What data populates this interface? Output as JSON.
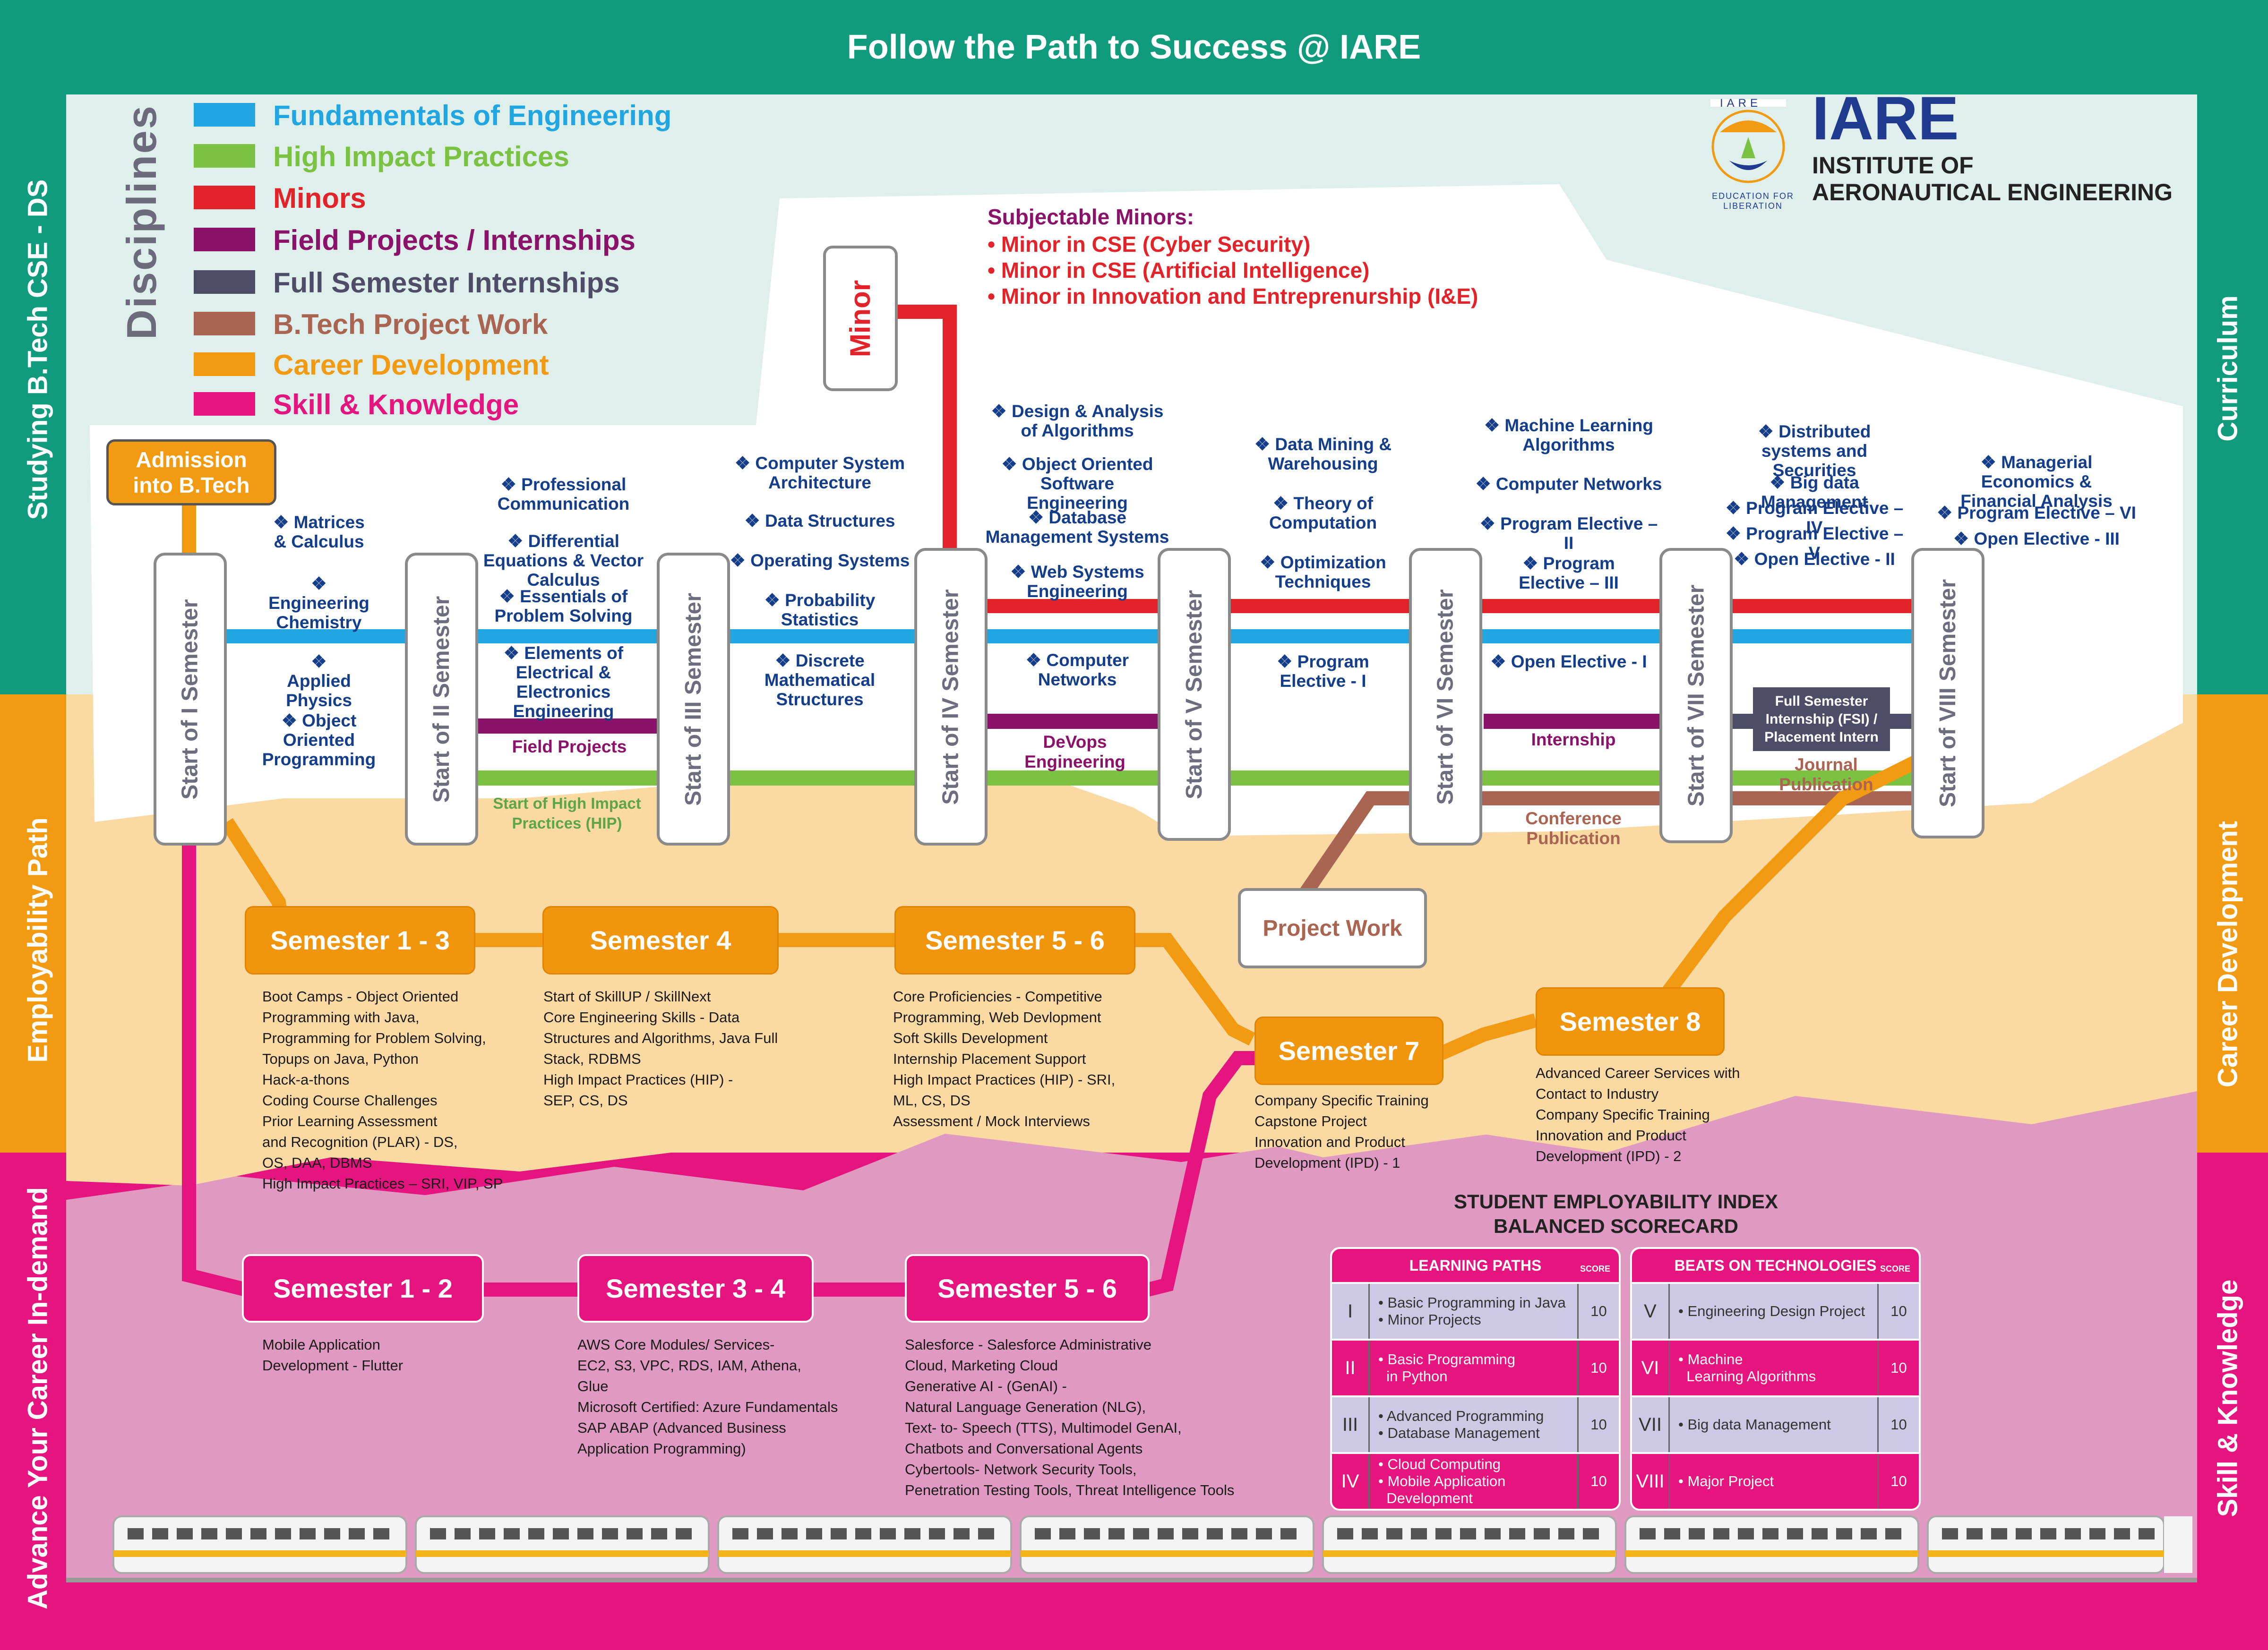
{
  "title": "Follow the Path to Success @ IARE",
  "side_left": [
    "Studying B.Tech CSE - DS",
    "Employability Path",
    "Advance Your Career In-demand"
  ],
  "side_right": [
    "Curriculum",
    "Career Development",
    "Skill & Knowledge"
  ],
  "disciplines_heading": "Disciplines",
  "disciplines": [
    {
      "label": "Fundamentals of Engineering",
      "color": "#21a6e2"
    },
    {
      "label": "High Impact Practices",
      "color": "#7cc242"
    },
    {
      "label": "Minors",
      "color": "#e2232a"
    },
    {
      "label": "Field Projects / Internships",
      "color": "#8a1268"
    },
    {
      "label": "Full Semester Internships",
      "color": "#4e4d67"
    },
    {
      "label": "B.Tech Project Work",
      "color": "#aa6552"
    },
    {
      "label": "Career Development",
      "color": "#f29a12"
    },
    {
      "label": "Skill & Knowledge",
      "color": "#e5147f"
    }
  ],
  "logo": {
    "small": "IARE",
    "name": "IARE",
    "line1": "INSTITUTE OF",
    "line2": "AERONAUTICAL ENGINEERING",
    "motto": "EDUCATION FOR LIBERATION"
  },
  "minors": {
    "heading": "Subjectable Minors:",
    "items": [
      "• Minor in CSE (Cyber Security)",
      "• Minor in CSE (Artificial Intelligence)",
      "• Minor in Innovation and Entreprenurship (I&E)"
    ],
    "box": "Minor"
  },
  "admission": "Admission into B.Tech",
  "semesters": [
    "Start of I Semester",
    "Start of II Semester",
    "Start of III Semester",
    "Start of IV Semester",
    "Start of V Semester",
    "Start of VI Semester",
    "Start of VII Semester",
    "Start of VIII Semester"
  ],
  "courses": {
    "s1": [
      "❖ Matrices & Calculus",
      "❖ Engineering Chemistry",
      "❖ Applied Physics",
      "❖ Object Oriented Programming"
    ],
    "s2": [
      "❖ Professional Communication",
      "❖ Differential Equations & Vector Calculus",
      "❖ Essentials of Problem Solving",
      "❖ Elements of Electrical & Electronics Engineering"
    ],
    "s3": [
      "❖ Computer System Architecture",
      "❖ Data Structures",
      "❖ Operating Systems",
      "❖ Probability Statistics",
      "❖ Discrete Mathematical Structures"
    ],
    "s4": [
      "❖ Design & Analysis of Algorithms",
      "❖ Object Oriented Software Engineering",
      "❖ Database Management Systems",
      "❖ Web Systems Engineering",
      "❖ Computer Networks"
    ],
    "s5": [
      "❖ Data Mining & Warehousing",
      "❖ Theory of Computation",
      "❖ Optimization Techniques",
      "❖ Program Elective - I"
    ],
    "s6": [
      "❖ Machine Learning Algorithms",
      "❖ Computer Networks",
      "❖ Program Elective – II",
      "❖ Program Elective – III",
      "❖ Open Elective - I"
    ],
    "s7": [
      "❖ Distributed systems and Securities",
      "❖ Big data Management",
      "❖ Program Elective – IV",
      "❖ Program Elective – V",
      "❖ Open Elective - II"
    ],
    "s8": [
      "❖ Managerial Economics & Financial Analysis",
      "❖ Program Elective – VI",
      "❖ Open Elective - III"
    ]
  },
  "track_labels": {
    "field_projects": "Field Projects",
    "hip": "Start of High Impact Practices (HIP)",
    "devops": "DeVops Engineering",
    "internship": "Internship",
    "conference": "Conference Publication",
    "fsi": "Full Semester Internship (FSI) / Placement Intern",
    "journal": "Journal Publication",
    "project_work": "Project Work"
  },
  "career": [
    {
      "label": "Semester 1 - 3",
      "items": [
        "Boot Camps - Object Oriented",
        "Programming with Java,",
        "Programming for Problem Solving,",
        "Topups on Java, Python",
        "Hack-a-thons",
        "Coding Course Challenges",
        "Prior Learning Assessment",
        "and Recognition (PLAR) - DS,",
        "OS, DAA, DBMS",
        "High Impact Practices – SRI, VIP, SP"
      ]
    },
    {
      "label": "Semester 4",
      "items": [
        "Start of SkillUP / SkillNext",
        "Core Engineering Skills - Data",
        "Structures and Algorithms, Java Full",
        "Stack, RDBMS",
        "High Impact Practices (HIP) -",
        "SEP, CS, DS"
      ]
    },
    {
      "label": "Semester 5 - 6",
      "items": [
        "Core Proficiencies - Competitive",
        "Programming, Web Devlopment",
        "Soft Skills Development",
        "Internship Placement Support",
        "High Impact Practices (HIP) - SRI,",
        "ML, CS, DS",
        "Assessment / Mock Interviews"
      ]
    },
    {
      "label": "Semester 7",
      "items": [
        "Company Specific Training",
        "Capstone Project",
        "Innovation and Product",
        "Development (IPD) - 1"
      ]
    },
    {
      "label": "Semester 8",
      "items": [
        "Advanced Career Services with",
        "Contact to Industry",
        "Company Specific Training",
        "Innovation and Product",
        "Development (IPD) - 2"
      ]
    }
  ],
  "skills": [
    {
      "label": "Semester 1 - 2",
      "items": [
        "Mobile Application",
        "Development - Flutter"
      ]
    },
    {
      "label": "Semester 3 - 4",
      "items": [
        "AWS Core Modules/ Services-",
        "EC2, S3, VPC, RDS, IAM, Athena,",
        "Glue",
        "Microsoft Certified: Azure Fundamentals",
        "SAP ABAP (Advanced Business",
        "Application Programming)"
      ]
    },
    {
      "label": "Semester 5 - 6",
      "items": [
        "Salesforce - Salesforce Administrative",
        "Cloud, Marketing Cloud",
        "Generative AI - (GenAI) -",
        "Natural Language Generation (NLG),",
        "Text- to- Speech (TTS), Multimodel GenAI,",
        "Chatbots and Conversational Agents",
        "Cybertools- Network Security Tools,",
        "Penetration Testing Tools, Threat Intelligence Tools"
      ]
    }
  ],
  "scorecard": {
    "title1": "STUDENT EMPLOYABILITY INDEX",
    "title2": "BALANCED SCORECARD",
    "left_head": "LEARNING PATHS",
    "right_head": "BEATS ON TECHNOLOGIES",
    "score_label": "SCORE",
    "left": [
      {
        "n": "I",
        "t": [
          "• Basic Programming in Java",
          "• Minor Projects"
        ],
        "s": "10"
      },
      {
        "n": "II",
        "t": [
          "• Basic Programming",
          "  in Python"
        ],
        "s": "10"
      },
      {
        "n": "III",
        "t": [
          "• Advanced Programming",
          "• Database Management"
        ],
        "s": "10"
      },
      {
        "n": "IV",
        "t": [
          "• Cloud Computing",
          "• Mobile Application",
          "  Development"
        ],
        "s": "10"
      }
    ],
    "right": [
      {
        "n": "V",
        "t": [
          "• Engineering Design Project"
        ],
        "s": "10"
      },
      {
        "n": "VI",
        "t": [
          "• Machine",
          "  Learning Algorithms"
        ],
        "s": "10"
      },
      {
        "n": "VII",
        "t": [
          "• Big data Management"
        ],
        "s": "10"
      },
      {
        "n": "VIII",
        "t": [
          "• Major Project"
        ],
        "s": "10"
      }
    ]
  }
}
